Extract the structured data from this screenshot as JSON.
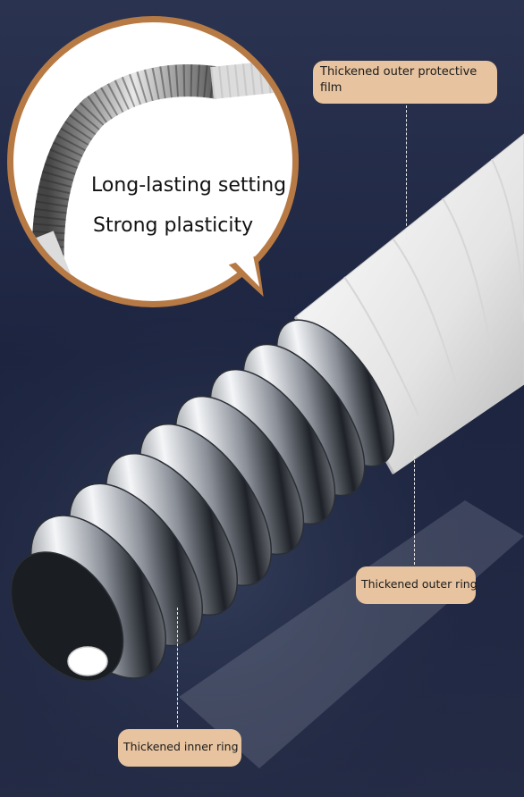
{
  "callout": {
    "line1": "Long-lasting setting",
    "line2": "Strong plasticity"
  },
  "labels": {
    "film": "Thickened outer protective film",
    "outer_ring": "Thickened outer ring",
    "inner_ring": "Thickened inner ring"
  },
  "colors": {
    "background": "#1c2440",
    "callout_border": "#b77a45",
    "label_fill": "#e7c39f"
  }
}
